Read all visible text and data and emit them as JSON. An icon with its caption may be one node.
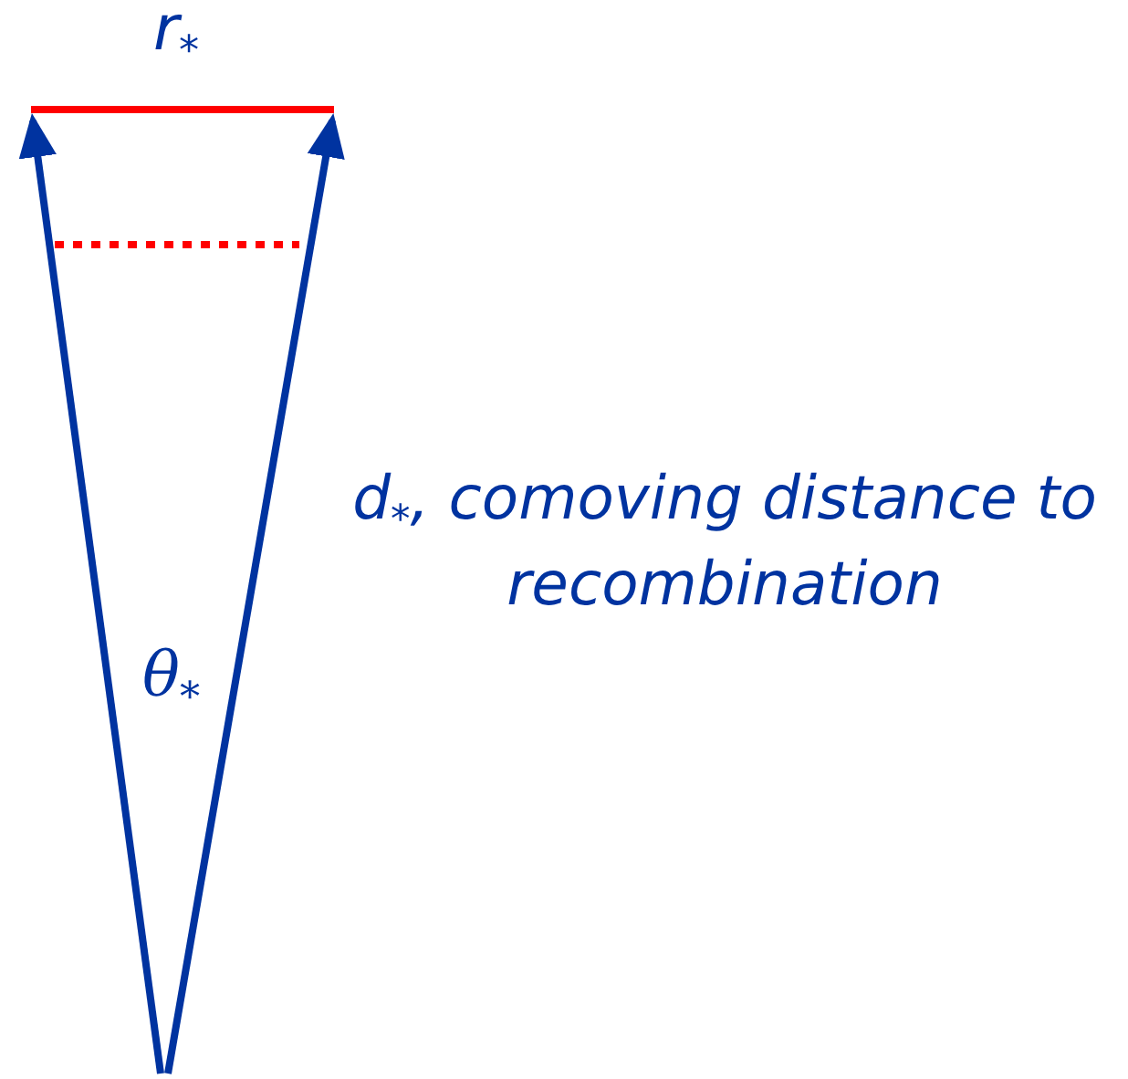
{
  "diagram": {
    "labels": [
      "r$_{*}$",
      "d$_{*}$, comoving distance to recombination",
      "θ$_{*}$"
    ]
  }
}
